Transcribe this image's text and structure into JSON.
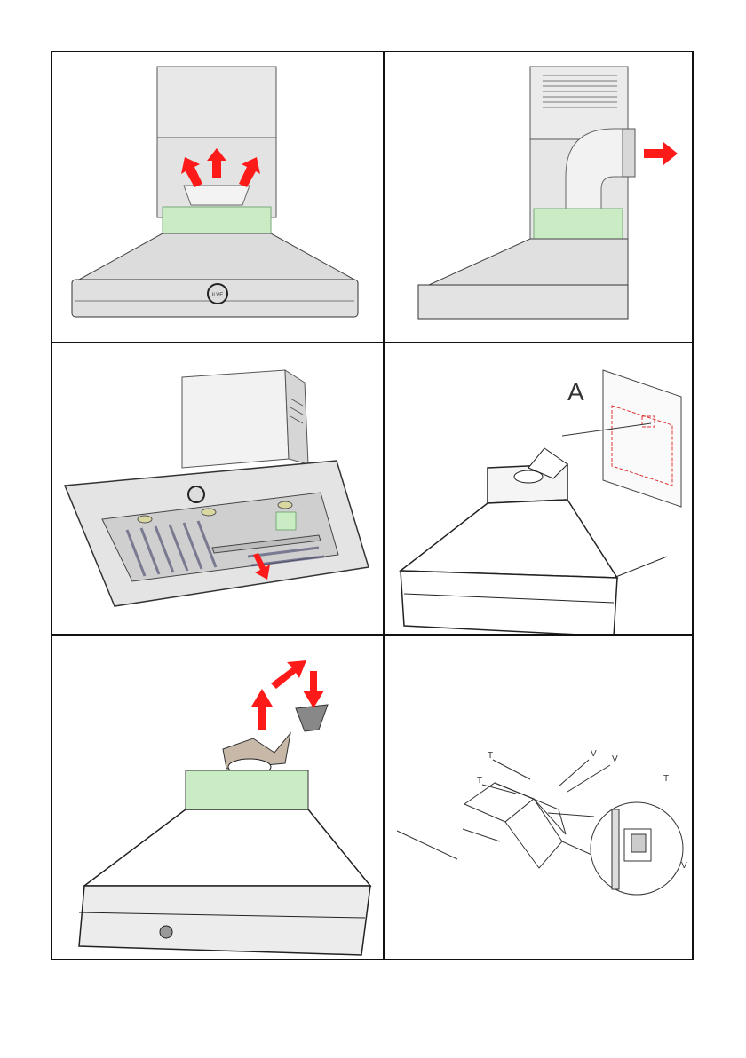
{
  "panels": [
    {
      "id": "front-view-recirculation"
    },
    {
      "id": "side-view-ducted"
    },
    {
      "id": "underside-filter-removal"
    },
    {
      "id": "wall-mounting-template",
      "labels": {
        "wall_mark": "A"
      }
    },
    {
      "id": "deflector-installation"
    },
    {
      "id": "bracket-detail",
      "labels": {
        "t1": "T",
        "t2": "T",
        "t3": "T",
        "v1": "V",
        "v2": "V",
        "v3": "V"
      }
    }
  ],
  "brand_badge": {
    "text": "ILVE"
  },
  "colors": {
    "arrow": "#ff1a1a",
    "filter_green": "#c9ecc4",
    "panel_gray": "#e6e6e6",
    "line": "#222222"
  },
  "icons": [
    "up-arrow-icon",
    "right-arrow-icon",
    "down-arrow-icon",
    "curved-arrow-icon"
  ]
}
